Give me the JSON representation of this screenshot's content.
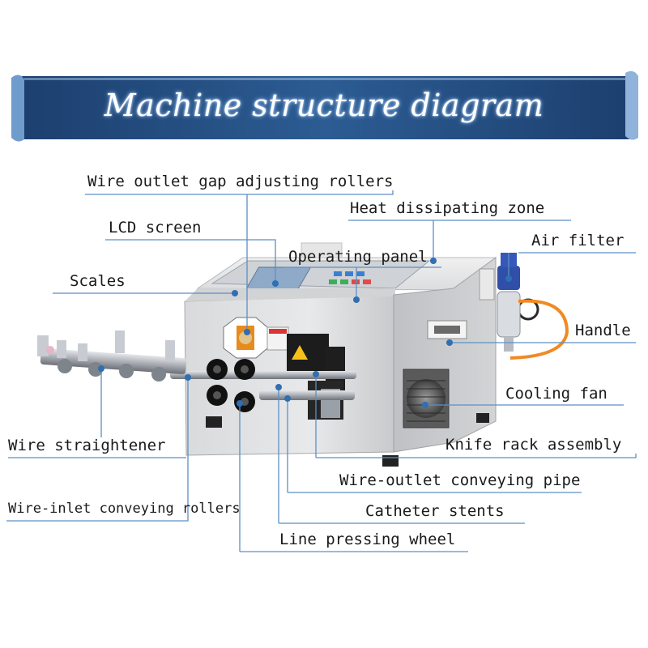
{
  "title": "Machine structure diagram",
  "labels": {
    "wire_outlet_gap_adjusting_rollers": "Wire outlet gap adjusting rollers",
    "heat_dissipating_zone": "Heat dissipating zone",
    "lcd_screen": "LCD screen",
    "air_filter": "Air filter",
    "operating_panel": "Operating panel",
    "scales": "Scales",
    "handle": "Handle",
    "cooling_fan": "Cooling fan",
    "wire_straightener": "Wire straightener",
    "knife_rack_assembly": "Knife rack assembly",
    "wire_outlet_conveying_pipe": "Wire-outlet conveying pipe",
    "wire_inlet_conveying_rollers": "Wire-inlet conveying rollers",
    "catheter_stents": "Catheter stents",
    "line_pressing_wheel": "Line pressing wheel"
  },
  "colors": {
    "banner_dark": "#1c3f6e",
    "banner_light": "#6f9ccc",
    "leader_line": "#5e8fc4",
    "point": "#2f6fb3"
  }
}
